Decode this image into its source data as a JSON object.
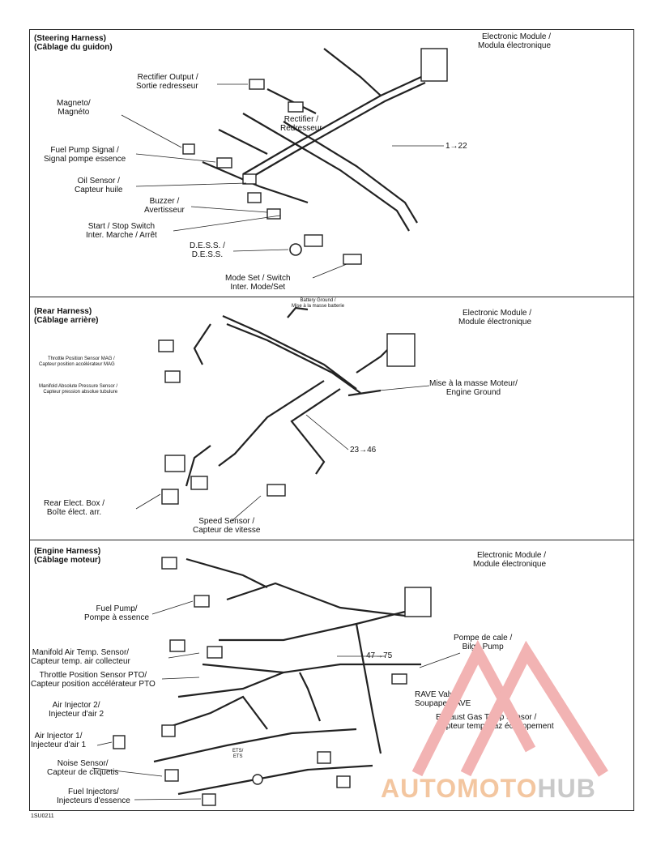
{
  "sections": {
    "steering": {
      "title_en": "(Steering Harness)",
      "title_fr": "(Câblage du guidon)"
    },
    "rear": {
      "title_en": "(Rear Harness)",
      "title_fr": "(Câblage arrière)"
    },
    "engine": {
      "title_en": "(Engine Harness)",
      "title_fr": "(Câblage moteur)"
    }
  },
  "steering_labels": {
    "emodule": [
      "Electronic Module /",
      "Modula électronique"
    ],
    "rect_output": [
      "Rectifier Output /",
      "Sortie redresseur"
    ],
    "rectifier": [
      "Rectifier /",
      "Redresseur"
    ],
    "magneto": [
      "Magneto/",
      "Magnéto"
    ],
    "fuel_signal": [
      "Fuel Pump Signal /",
      "Signal pompe essence"
    ],
    "oil": [
      "Oil Sensor /",
      "Capteur huile"
    ],
    "buzzer": [
      "Buzzer /",
      "Avertisseur"
    ],
    "start_stop": [
      "Start / Stop Switch",
      "Inter. Marche / Arrêt"
    ],
    "dess": [
      "D.E.S.S. /",
      "D.E.S.S."
    ],
    "mode": [
      "Mode Set / Switch",
      "Inter. Mode/Set"
    ],
    "arrow": "1→22"
  },
  "rear_labels": {
    "battery": [
      "Battery Ground /",
      "Mise à la masse batterie"
    ],
    "emodule": [
      "Electronic Module /",
      "Module électronique"
    ],
    "tps_mag": [
      "Throttle Position Sensor MAG /",
      "Capteur position accélérateur MAG"
    ],
    "map": [
      "Manifold Absolute Pressure Sensor /",
      "Capteur pression absolue tubulure"
    ],
    "ground": [
      "Mise à la masse Moteur/",
      "Engine Ground"
    ],
    "arrow": "23→46",
    "rear_box": [
      "Rear Elect. Box /",
      "Boîte élect. arr."
    ],
    "speed": [
      "Speed Sensor /",
      "Capteur de vitesse"
    ]
  },
  "engine_labels": {
    "emodule": [
      "Electronic Module /",
      "Module électronique"
    ],
    "fuel_pump": [
      "Fuel Pump/",
      "Pompe à essence"
    ],
    "bilge": [
      "Pompe de cale /",
      "Bilge Pump"
    ],
    "mat": [
      "Manifold Air Temp. Sensor/",
      "Capteur temp. air collecteur"
    ],
    "tps_pto": [
      "Throttle Position Sensor PTO/",
      "Capteur position accélérateur PTO"
    ],
    "arrow": "47→75",
    "air2": [
      "Air Injector 2/",
      "Injecteur d'air 2"
    ],
    "rave": [
      "RAVE Valve /",
      "Soupape RAVE"
    ],
    "egt": [
      "Exhaust Gas Temp Sensor /",
      "Capteur temp. gaz échappement"
    ],
    "air1": [
      "Air Injector 1/",
      "Injecteur d'air 1"
    ],
    "ets": [
      "ETS/",
      "ETS"
    ],
    "noise": [
      "Noise Sensor/",
      "Capteur de cliquetis"
    ],
    "fuel_inj": [
      "Fuel Injectors/",
      "Injecteurs d'essence"
    ]
  },
  "doc_number": "1SU0211",
  "watermark": {
    "part1": "AUTOMOTO",
    "part2": "HUB"
  }
}
